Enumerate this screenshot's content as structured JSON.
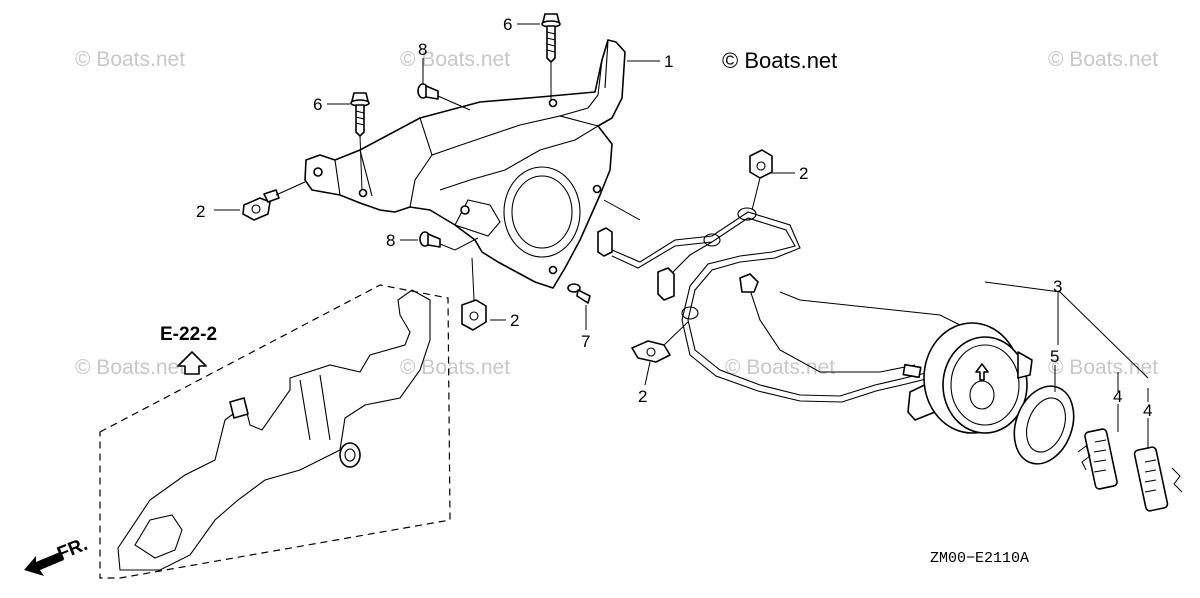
{
  "watermarks": [
    "© Boats.net",
    "© Boats.net",
    "© Boats.net",
    "© Boats.net",
    "© Boats.net",
    "© Boats.net",
    "© Boats.net"
  ],
  "brand_text": "© Boats.net",
  "reference_label": "E-22-2",
  "direction_label": "FR.",
  "diagram_code": "ZM00−E2110A",
  "callouts": [
    "1",
    "2",
    "2",
    "2",
    "2",
    "2",
    "3",
    "4",
    "4",
    "5",
    "6",
    "6",
    "7",
    "8",
    "8"
  ]
}
